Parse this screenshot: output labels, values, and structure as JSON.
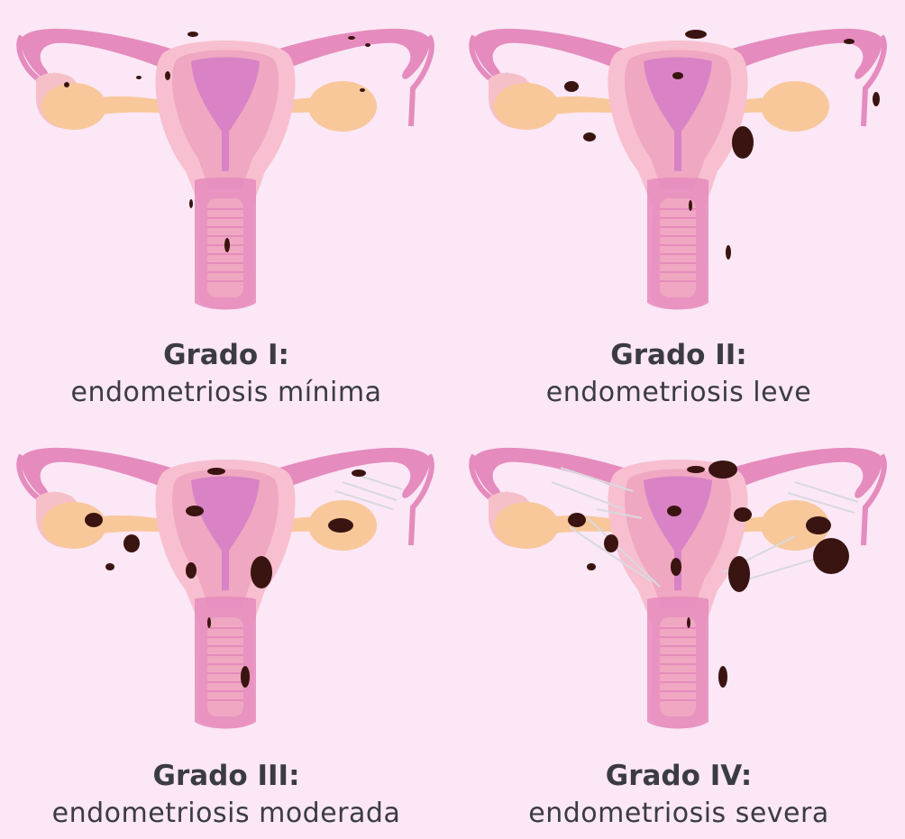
{
  "colors": {
    "background": "#fbe7f6",
    "uterus_outer": "#f7bfcf",
    "uterus_inner": "#f0a7c1",
    "cavity": "#d983c6",
    "tube": "#e58bbd",
    "ovary": "#f8c89b",
    "lesion": "#3a1410",
    "adhesion": "#d9d9de"
  },
  "panels": [
    {
      "grade": "Grado I:",
      "description": "endometriosis mínima"
    },
    {
      "grade": "Grado II:",
      "description": "endometriosis leve"
    },
    {
      "grade": "Grado III:",
      "description": "endometriosis moderada"
    },
    {
      "grade": "Grado IV:",
      "description": "endometriosis severa"
    }
  ]
}
